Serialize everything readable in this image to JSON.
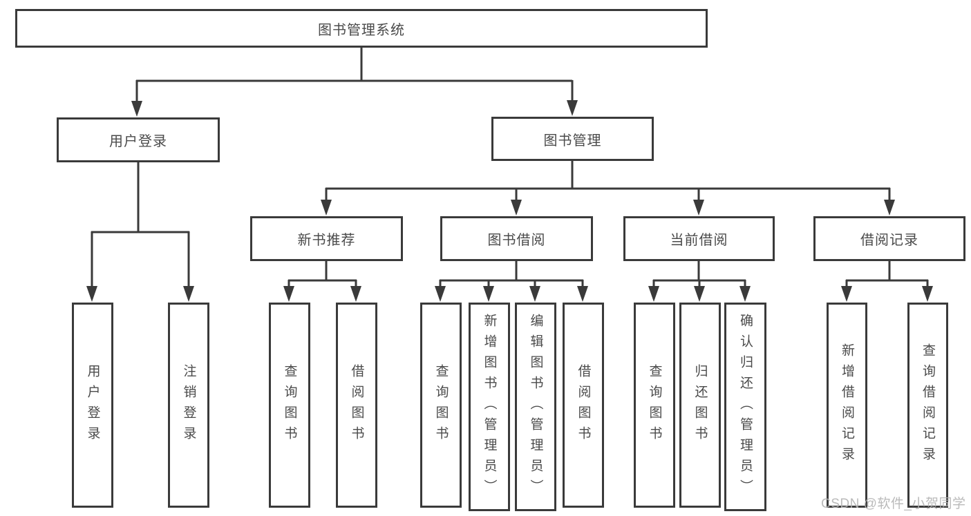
{
  "diagram": {
    "nodes": {
      "root": "图书管理系统",
      "user_login": "用户登录",
      "book_management": "图书管理",
      "new_book_recommend": "新书推荐",
      "book_borrowing": "图书借阅",
      "current_borrowing": "当前借阅",
      "borrowing_records": "借阅记录"
    },
    "leaves": {
      "user_login": [
        "用户登录",
        "注销登录"
      ],
      "new_book_recommend": [
        "查询图书",
        "借阅图书"
      ],
      "book_borrowing": [
        "查询图书",
        "新增图书（管理员）",
        "编辑图书（管理员）",
        "借阅图书"
      ],
      "current_borrowing": [
        "查询图书",
        "归还图书",
        "确认归还（管理员）"
      ],
      "borrowing_records": [
        "新增借阅记录",
        "查询借阅记录"
      ]
    }
  },
  "watermark": "CSDN @软件_小贺同学",
  "colors": {
    "line": "#3a3a3a",
    "text": "#4a4a4a",
    "watermark": "#b3b3b3",
    "background": "#ffffff"
  }
}
